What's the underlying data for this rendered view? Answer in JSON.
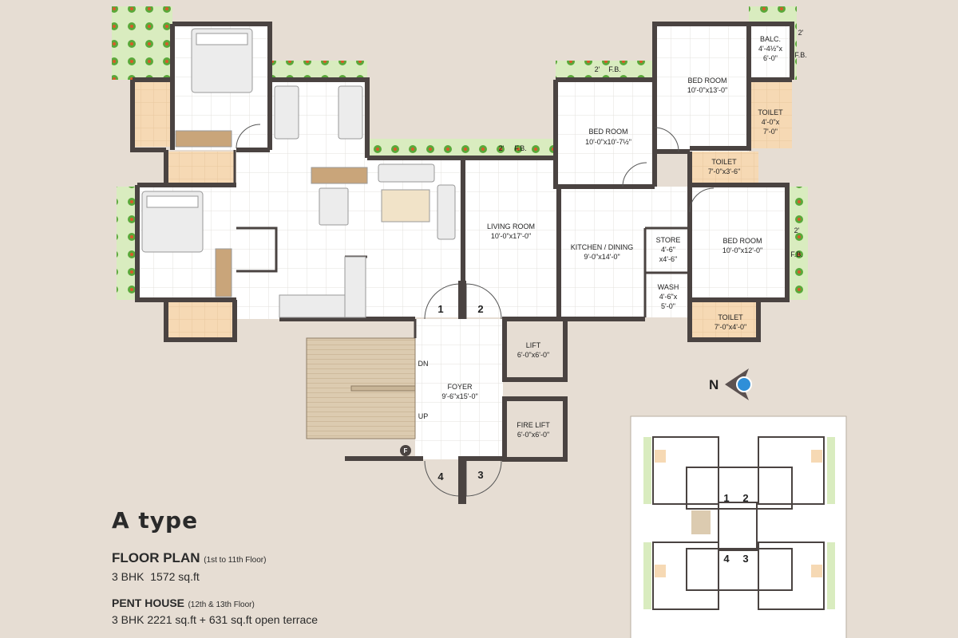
{
  "plan_type": "A type",
  "floor_plan": {
    "title": "FLOOR PLAN",
    "floors": "(1st to 11th Floor)",
    "bhk": "3 BHK",
    "area": "1572 sq.ft"
  },
  "pent_house": {
    "title": "PENT HOUSE",
    "floors": "(12th & 13th Floor)",
    "bhk": "3 BHK",
    "area": "2221 sq.ft",
    "plus": "+",
    "terrace": "631 sq.ft open terrace"
  },
  "rooms": {
    "balcony": {
      "name": "BALC.",
      "dim1": "4'-4½\"x",
      "dim2": "6'-0\""
    },
    "bedroom1": {
      "name": "BED ROOM",
      "dim": "10'-0\"x13'-0\""
    },
    "bedroom2": {
      "name": "BED ROOM",
      "dim": "10'-0\"x10'-7½\""
    },
    "bedroom3": {
      "name": "BED ROOM",
      "dim": "10'-0\"x12'-0\""
    },
    "toilet1": {
      "name": "TOILET",
      "dim1": "4'-0\"x",
      "dim2": "7'-0\""
    },
    "toilet2": {
      "name": "TOILET",
      "dim": "7'-0\"x3'-6\""
    },
    "toilet3": {
      "name": "TOILET",
      "dim": "7'-0\"x4'-0\""
    },
    "living": {
      "name": "LIVING ROOM",
      "dim": "10'-0\"x17'-0\""
    },
    "kitchen": {
      "name": "KITCHEN / DINING",
      "dim": "9'-0\"x14'-0\""
    },
    "store": {
      "name": "STORE",
      "dim1": "4'-6\"",
      "dim2": "x4'-6\""
    },
    "wash": {
      "name": "WASH",
      "dim1": "4'-6\"x",
      "dim2": "5'-0\""
    },
    "lift": {
      "name": "LIFT",
      "dim": "6'-0\"x6'-0\""
    },
    "fire_lift": {
      "name": "FIRE LIFT",
      "dim": "6'-0\"x6'-0\""
    },
    "foyer": {
      "name": "FOYER",
      "dim": "9'-6\"x15'-0\""
    }
  },
  "flower_bed": {
    "width": "2'",
    "label": "F.B."
  },
  "stairs": {
    "down": "DN",
    "up": "UP",
    "fire": "F"
  },
  "flat_numbers": [
    "1",
    "2",
    "3",
    "4"
  ],
  "north_label": "N",
  "colors": {
    "background": "#e6ddd3",
    "wall": "#4a4341",
    "toilet": "#f6d9b4",
    "planter": "#d9ecbf",
    "stair": "#dccbb0",
    "compass": "#2f8fd8"
  }
}
